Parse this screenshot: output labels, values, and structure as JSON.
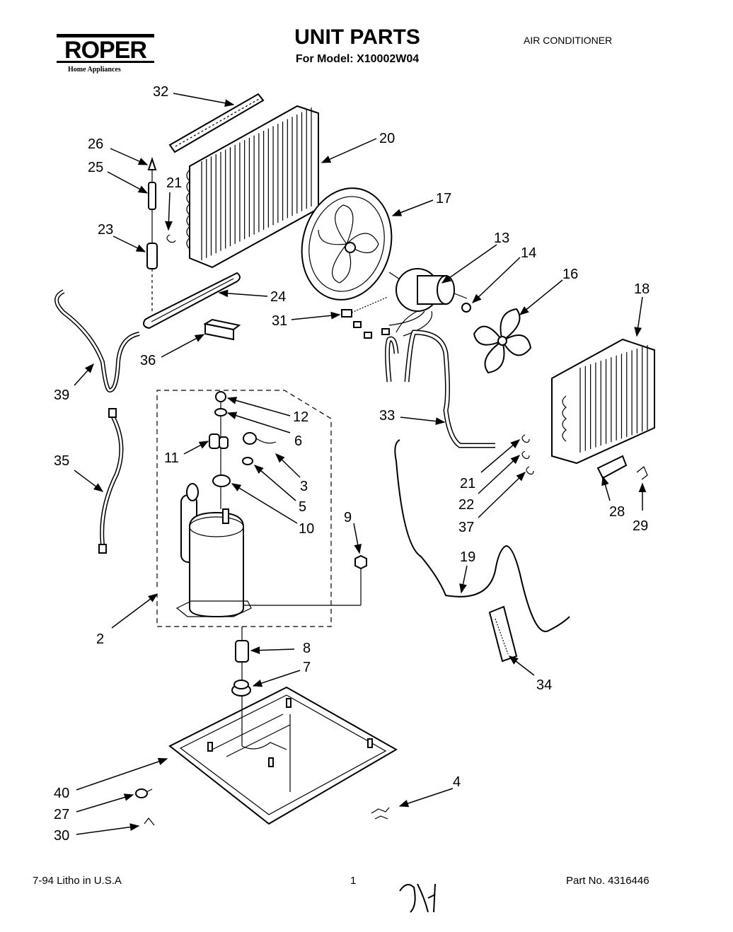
{
  "header": {
    "brand": "ROPER",
    "brand_sub": "Home Appliances",
    "title": "UNIT PARTS",
    "model_line": "For Model: X10002W04",
    "category": "AIR CONDITIONER"
  },
  "footer": {
    "date_litho": "7-94  Litho in U.S.A",
    "page_number": "1",
    "part_number": "Part No. 4316446"
  },
  "callouts": [
    {
      "id": "c32",
      "text": "32"
    },
    {
      "id": "c20",
      "text": "20"
    },
    {
      "id": "c26",
      "text": "26"
    },
    {
      "id": "c25",
      "text": "25"
    },
    {
      "id": "c21a",
      "text": "21"
    },
    {
      "id": "c23",
      "text": "23"
    },
    {
      "id": "c17",
      "text": "17"
    },
    {
      "id": "c13",
      "text": "13"
    },
    {
      "id": "c14",
      "text": "14"
    },
    {
      "id": "c16",
      "text": "16"
    },
    {
      "id": "c18",
      "text": "18"
    },
    {
      "id": "c24",
      "text": "24"
    },
    {
      "id": "c31",
      "text": "31"
    },
    {
      "id": "c36",
      "text": "36"
    },
    {
      "id": "c39",
      "text": "39"
    },
    {
      "id": "c12",
      "text": "12"
    },
    {
      "id": "c6",
      "text": "6"
    },
    {
      "id": "c11",
      "text": "11"
    },
    {
      "id": "c3",
      "text": "3"
    },
    {
      "id": "c33",
      "text": "33"
    },
    {
      "id": "c35",
      "text": "35"
    },
    {
      "id": "c5",
      "text": "5"
    },
    {
      "id": "c10",
      "text": "10"
    },
    {
      "id": "c21b",
      "text": "21"
    },
    {
      "id": "c22",
      "text": "22"
    },
    {
      "id": "c28",
      "text": "28"
    },
    {
      "id": "c29",
      "text": "29"
    },
    {
      "id": "c37",
      "text": "37"
    },
    {
      "id": "c9",
      "text": "9"
    },
    {
      "id": "c19",
      "text": "19"
    },
    {
      "id": "c2",
      "text": "2"
    },
    {
      "id": "c8",
      "text": "8"
    },
    {
      "id": "c7",
      "text": "7"
    },
    {
      "id": "c34",
      "text": "34"
    },
    {
      "id": "c40",
      "text": "40"
    },
    {
      "id": "c4",
      "text": "4"
    },
    {
      "id": "c27",
      "text": "27"
    },
    {
      "id": "c30",
      "text": "30"
    }
  ]
}
